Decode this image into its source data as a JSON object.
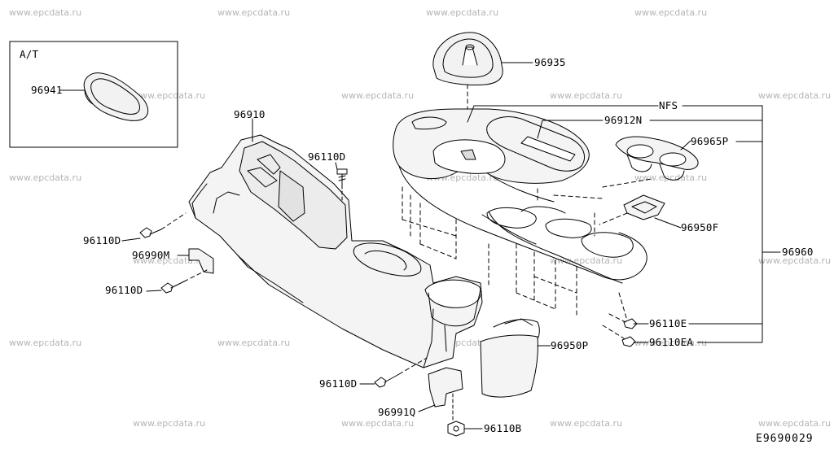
{
  "diagram": {
    "inset_label": "A/T",
    "diagram_code": "E9690029",
    "watermark_text": "www.epcdata.ru",
    "line_color": "#000000",
    "watermark_color": "#b5b5b5",
    "labels": {
      "p96941": "96941",
      "p96935": "96935",
      "p96910": "96910",
      "p96110D_top": "96110D",
      "p96110D_left1": "96110D",
      "p96990M": "96990M",
      "p96110D_left2": "96110D",
      "nfs": "NFS",
      "p96912N": "96912N",
      "p96965P": "96965P",
      "p96950F": "96950F",
      "p96960": "96960",
      "p96110E": "96110E",
      "p96110EA": "96110EA",
      "p96950P": "96950P",
      "p96110D_bottom": "96110D",
      "p96991Q": "96991Q",
      "p96110B": "96110B"
    }
  }
}
